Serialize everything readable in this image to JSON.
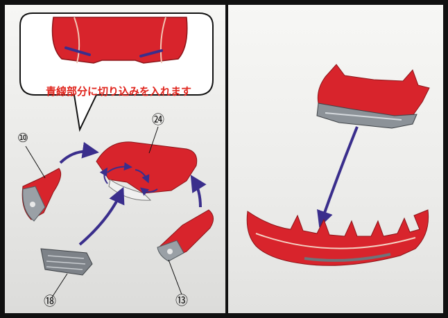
{
  "instruction_text": "青線部分に切り込みを入れます",
  "part_labels": {
    "p10": "⑩",
    "p24": "㉔",
    "p18": "⑱",
    "p13": "⑬"
  },
  "colors": {
    "part_red": "#d8242c",
    "arrow_blue": "#3a2e8c",
    "caption_red": "#e0241c",
    "frame": "#111111"
  }
}
